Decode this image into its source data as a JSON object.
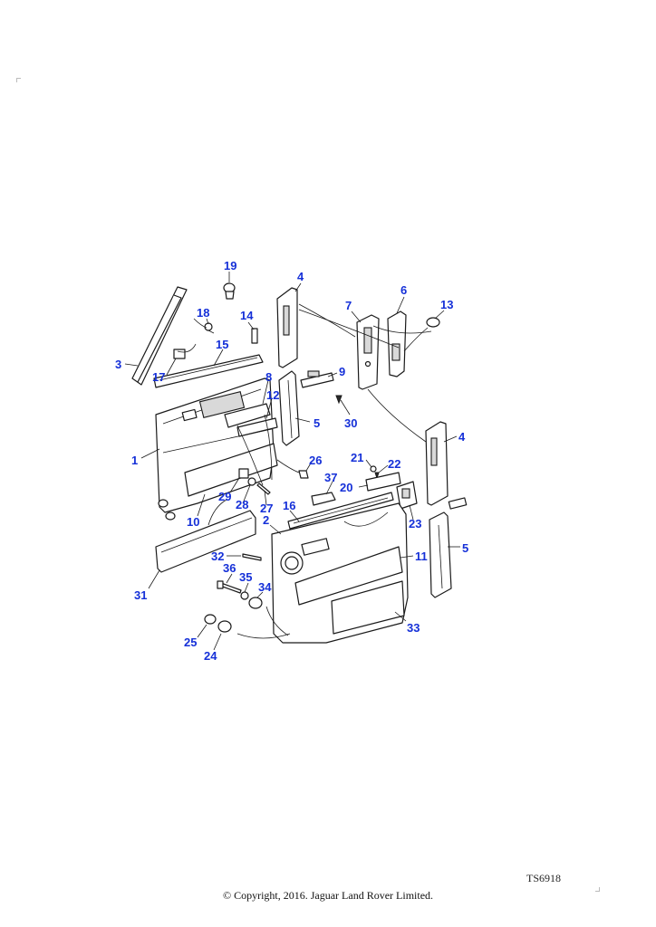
{
  "diagram": {
    "reference_code": "TS6918",
    "copyright": "© Copyright, 2016. Jaguar Land Rover Limited.",
    "callout_color": "#1530d8",
    "callouts": [
      {
        "id": "c19",
        "label": "19"
      },
      {
        "id": "c4a",
        "label": "4"
      },
      {
        "id": "c7",
        "label": "7"
      },
      {
        "id": "c6",
        "label": "6"
      },
      {
        "id": "c13",
        "label": "13"
      },
      {
        "id": "c18",
        "label": "18"
      },
      {
        "id": "c14",
        "label": "14"
      },
      {
        "id": "c15",
        "label": "15"
      },
      {
        "id": "c3",
        "label": "3"
      },
      {
        "id": "c17",
        "label": "17"
      },
      {
        "id": "c9",
        "label": "9"
      },
      {
        "id": "c8",
        "label": "8"
      },
      {
        "id": "c12",
        "label": "12"
      },
      {
        "id": "c30",
        "label": "30"
      },
      {
        "id": "c5a",
        "label": "5"
      },
      {
        "id": "c4b",
        "label": "4"
      },
      {
        "id": "c1",
        "label": "1"
      },
      {
        "id": "c26",
        "label": "26"
      },
      {
        "id": "c21",
        "label": "21"
      },
      {
        "id": "c22",
        "label": "22"
      },
      {
        "id": "c37",
        "label": "37"
      },
      {
        "id": "c20",
        "label": "20"
      },
      {
        "id": "c29",
        "label": "29"
      },
      {
        "id": "c28",
        "label": "28"
      },
      {
        "id": "c27",
        "label": "27"
      },
      {
        "id": "c10",
        "label": "10"
      },
      {
        "id": "c16",
        "label": "16"
      },
      {
        "id": "c23",
        "label": "23"
      },
      {
        "id": "c2",
        "label": "2"
      },
      {
        "id": "c5b",
        "label": "5"
      },
      {
        "id": "c11",
        "label": "11"
      },
      {
        "id": "c32",
        "label": "32"
      },
      {
        "id": "c36",
        "label": "36"
      },
      {
        "id": "c35",
        "label": "35"
      },
      {
        "id": "c34",
        "label": "34"
      },
      {
        "id": "c31",
        "label": "31"
      },
      {
        "id": "c33",
        "label": "33"
      },
      {
        "id": "c25",
        "label": "25"
      },
      {
        "id": "c24",
        "label": "24"
      }
    ]
  }
}
